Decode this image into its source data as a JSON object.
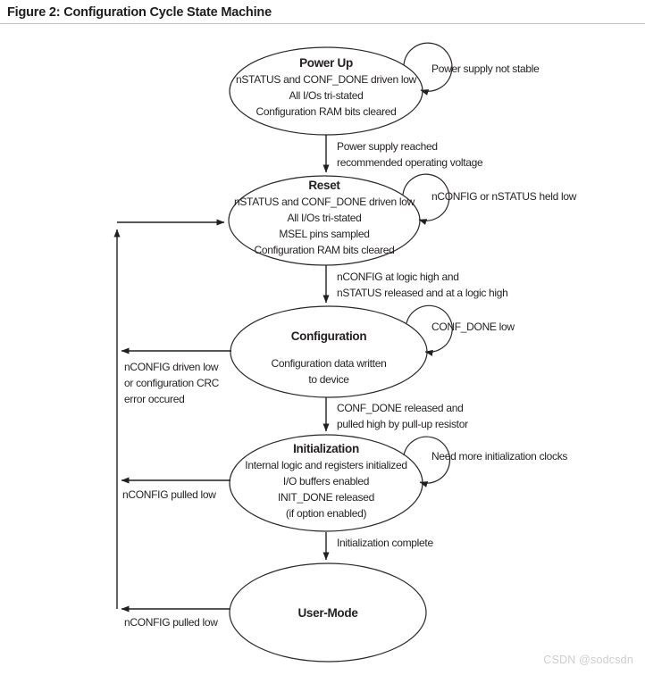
{
  "figure": {
    "title": "Figure 2: Configuration Cycle State Machine"
  },
  "watermark": "CSDN @sodcsdn",
  "states": [
    {
      "name": "Power Up",
      "lines": [
        "nSTATUS and CONF_DONE driven low",
        "All I/Os tri-stated",
        "Configuration RAM bits cleared"
      ]
    },
    {
      "name": "Reset",
      "lines": [
        "nSTATUS and CONF_DONE driven low",
        "All I/Os tri-stated",
        "MSEL pins sampled",
        "Configuration RAM bits cleared"
      ]
    },
    {
      "name": "Configuration",
      "lines": [
        "Configuration data written",
        "to device"
      ]
    },
    {
      "name": "Initialization",
      "lines": [
        "Internal logic and registers initialized",
        "I/O buffers enabled",
        "INIT_DONE released",
        "(if option enabled)"
      ]
    },
    {
      "name": "User-Mode",
      "lines": []
    }
  ],
  "self_loops": [
    "Power supply not stable",
    "nCONFIG or nSTATUS held low",
    "CONF_DONE low",
    "Need more initialization clocks"
  ],
  "transitions": {
    "power_up_to_reset": [
      "Power supply reached",
      "recommended operating voltage"
    ],
    "reset_to_configuration": [
      "nCONFIG at logic high and",
      "nSTATUS released and at a logic high"
    ],
    "configuration_to_initialization": [
      "CONF_DONE released and",
      "pulled high by pull-up resistor"
    ],
    "initialization_to_user_mode": [
      "Initialization complete"
    ],
    "configuration_to_reset": [
      "nCONFIG driven low",
      "or configuration CRC",
      "error occured"
    ],
    "initialization_to_reset": [
      "nCONFIG pulled low"
    ],
    "user_mode_to_reset": [
      "nCONFIG pulled low"
    ]
  },
  "colors": {
    "ink": "#231f20",
    "rule": "#c3c3c3",
    "watermark": "#cfcccc"
  }
}
